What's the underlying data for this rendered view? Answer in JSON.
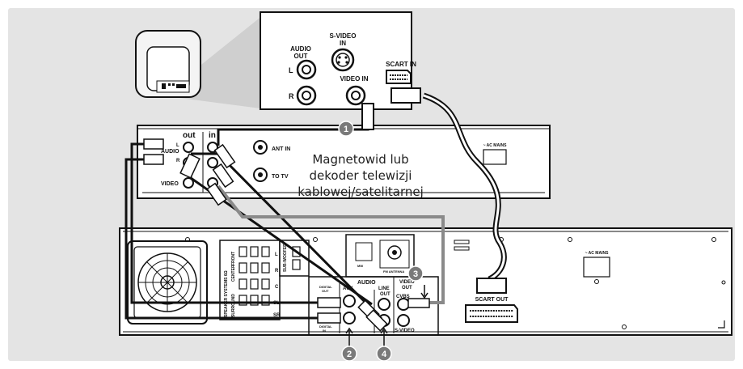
{
  "tv_panel": {
    "audio_out": [
      "AUDIO",
      "OUT"
    ],
    "left": "L",
    "right": "R",
    "svideo_in": [
      "S-VIDEO",
      "IN"
    ],
    "video_in": "VIDEO IN",
    "scart_in": "SCART IN"
  },
  "vcr": {
    "out": "out",
    "in": "in",
    "audio": "AUDIO",
    "left": "L",
    "right": "R",
    "video": "VIDEO",
    "ant_in": "ANT IN",
    "to_tv": "TO TV",
    "ac_mains": "~ AC MAINS",
    "caption": [
      "Magnetowid lub",
      "dekoder telewizji",
      "kablowej/satelitarnej"
    ]
  },
  "receiver": {
    "ac_mains": "~ AC MAINS",
    "scart_out": "SCART OUT",
    "audio": "AUDIO",
    "aux": "AUX",
    "line_out": [
      "LINE",
      "OUT"
    ],
    "video_out": [
      "VIDEO",
      "OUT"
    ],
    "cvbs": "CVBS",
    "svideo": "S-VIDEO",
    "digital_out": [
      "DIGITAL",
      "OUT"
    ],
    "digital_in": [
      "DIGITAL",
      "IN"
    ],
    "subwoofer": "SUB-WOOFER",
    "front": "FRONT",
    "center": "CENTER",
    "surround": "SURROUND",
    "speaker_systems": "SPEAKER SYSTEMS 6Ω",
    "mw": "MW",
    "fm_antenna": "FM ANTENNA",
    "speaker_tags": [
      "L",
      "R",
      "C",
      "SL",
      "SR"
    ]
  },
  "steps": [
    "1",
    "2",
    "3",
    "4"
  ],
  "colors": {
    "panel": "#e4e4e4",
    "device": "#ffffff",
    "line": "#111111",
    "badge": "#7a7a7a",
    "cable": "#8a8a8a"
  }
}
